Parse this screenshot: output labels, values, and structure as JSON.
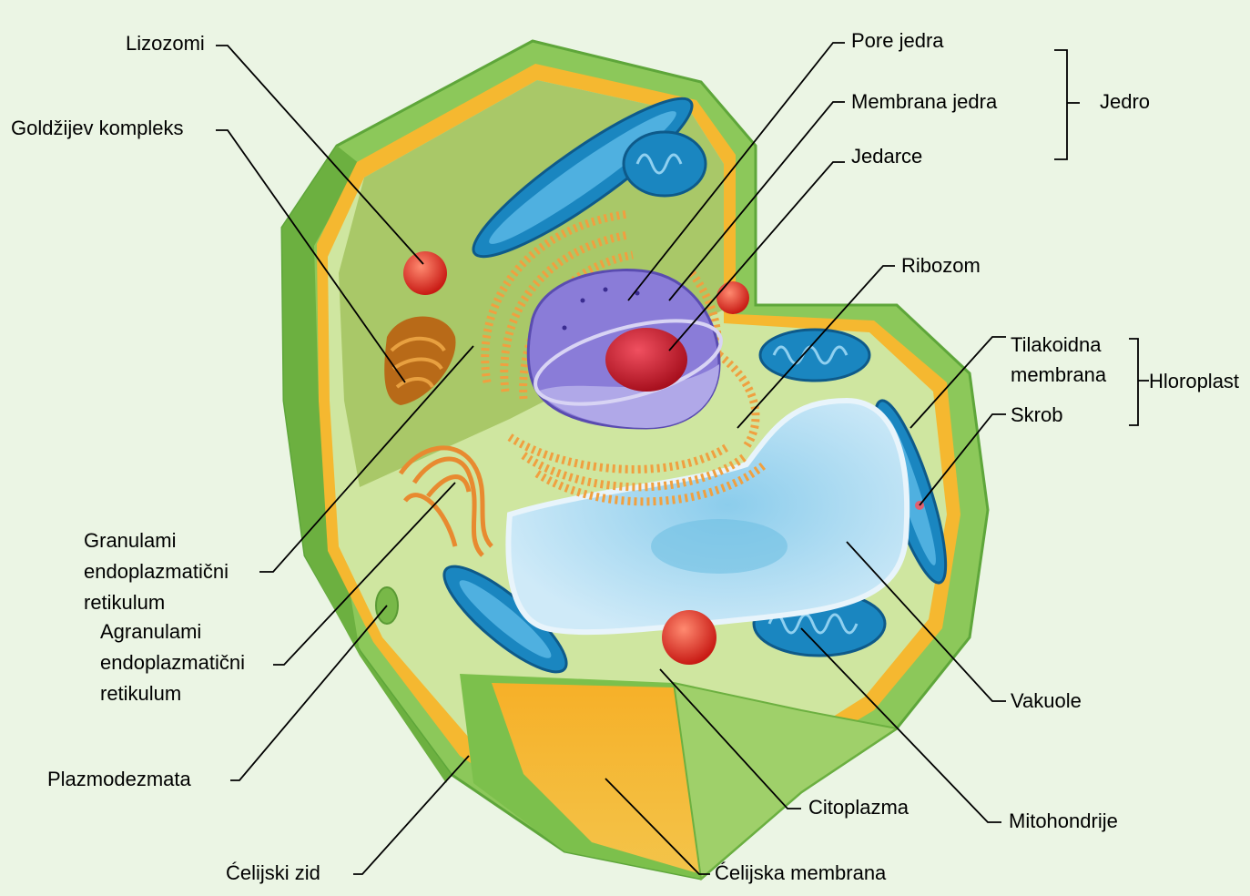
{
  "diagram": {
    "labels": {
      "lizozomi": "Lizozomi",
      "goldzijev": "Goldžijev kompleks",
      "pore_jedra": "Pore jedra",
      "membrana_jedra": "Membrana jedra",
      "jedarce": "Jedarce",
      "jedro": "Jedro",
      "ribozom": "Ribozom",
      "tilakoidna_1": "Tilakoidna",
      "tilakoidna_2": "membrana",
      "hloroplast": "Hloroplast",
      "skrob": "Skrob",
      "granularni": [
        "Granulami",
        "endoplazmatični",
        "retikulum"
      ],
      "agranularni": [
        "Agranulami",
        "endoplazmatični",
        "retikulum"
      ],
      "plazmodezmata": "Plazmodezmata",
      "celijski_zid": "Ćelijski zid",
      "celijska_membrana": "Ćelijska membrana",
      "citoplazma": "Citoplazma",
      "mitohondrije": "Mitohondrije",
      "vakuole": "Vakuole"
    },
    "colors": {
      "background": "#ebf5e4",
      "cell_wall": "#8cc85a",
      "cell_wall_dark": "#5ea63a",
      "membrane": "#f5b830",
      "cytoplasm": "#cfe6a0",
      "vacuole": "#b8dcf2",
      "mitochondria": "#1a86c0",
      "nucleus": "#8a7cd8",
      "nucleolus": "#d01a30",
      "er": "#f0a040",
      "golgi": "#b86a18",
      "lysosome": "#e02a20"
    }
  }
}
